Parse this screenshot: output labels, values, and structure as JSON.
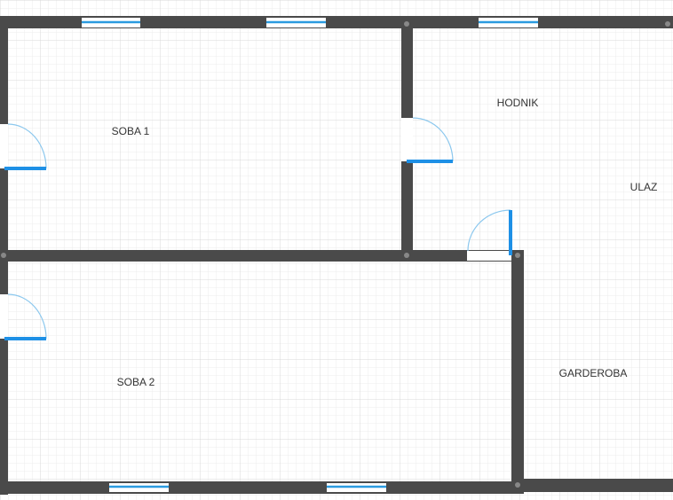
{
  "plan": {
    "rooms": [
      {
        "id": "soba1",
        "label": "SOBA 1"
      },
      {
        "id": "hodnik",
        "label": "HODNIK"
      },
      {
        "id": "ulaz",
        "label": "ULAZ"
      },
      {
        "id": "soba2",
        "label": "SOBA 2"
      },
      {
        "id": "garderoba",
        "label": "GARDEROBA"
      }
    ],
    "colors": {
      "wall": "#4a4a4a",
      "door": "#1e90e6",
      "window": "#2a9be0",
      "grid": "#e3e3e3"
    }
  }
}
